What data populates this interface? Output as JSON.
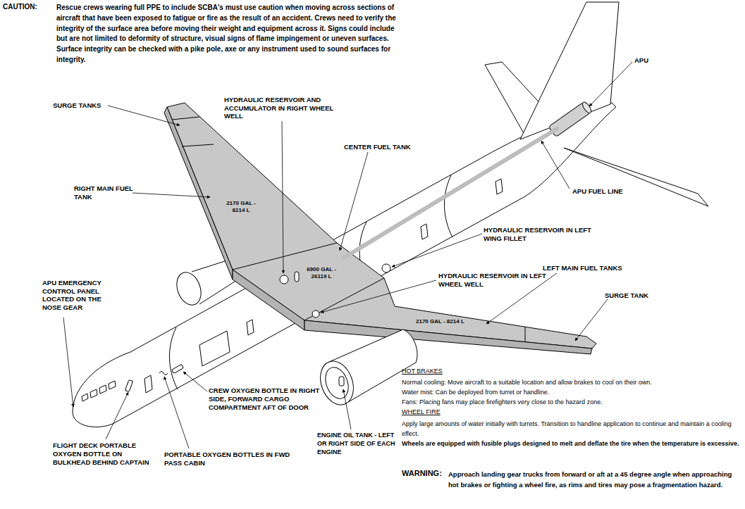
{
  "diagram": {
    "labels": [
      "CAUTION:",
      "Rescue crews wearing full PPE to include SCBA's must use caution when moving across sections of aircraft that have been exposed to fatigue or fire as the result of an accident. Crews need to verify the integrity of the surface area before moving their weight and equipment across it. Signs could include but are not limited to deformity of structure, visual signs of flame impingement or uneven surfaces. Surface integrity can be checked with a pike pole, axe or any instrument used to sound surfaces for integrity.",
      "APU",
      "SURGE TANKS",
      "HYDRAULIC RESERVOIR AND ACCUMULATOR IN RIGHT WHEEL WELL",
      "CENTER FUEL TANK",
      "RIGHT MAIN FUEL TANK",
      "2170 GAL - 8214 L",
      "APU FUEL LINE",
      "HYDRAULIC RESERVOIR IN LEFT WING FILLET",
      "6900 GAL - 26119 L",
      "LEFT MAIN FUEL TANKS",
      "APU EMERGENCY CONTROL PANEL LOCATED ON THE NOSE GEAR",
      "HYDRAULIC RESERVOIR IN LEFT WHEEL WELL",
      "SURGE TANK",
      "2170 GAL - 8214 L",
      "HOT BRAKES",
      "Normal cooling: Move aircraft to a suitable location and allow brakes to cool on their own.",
      "Water mist: Can be deployed from turret or handline.",
      "Fans: Placing fans may place firefighters very close to the hazard zone.",
      "WHEEL FIRE",
      "Apply large amounts of water initially with turrets. Transition to handline application to continue and maintain a cooling effect.",
      "Wheels are equipped with fusible plugs designed to melt and deflate the tire when the temperature is excessive.",
      "CREW OXYGEN BOTTLE IN RIGHT SIDE, FORWARD CARGO COMPARTMENT AFT OF DOOR",
      "ENGINE OIL TANK - LEFT OR RIGHT SIDE OF EACH ENGINE",
      "FLIGHT DECK PORTABLE OXYGEN BOTTLE ON BULKHEAD BEHIND CAPTAIN",
      "PORTABLE OXYGEN BOTTLES IN FWD PASS CABIN",
      "WARNING:",
      "Approach landing gear trucks from forward or aft at a 45 degree angle when approaching hot brakes or fighting a wheel fire, as rims and tires may pose a fragmentation hazard."
    ]
  }
}
